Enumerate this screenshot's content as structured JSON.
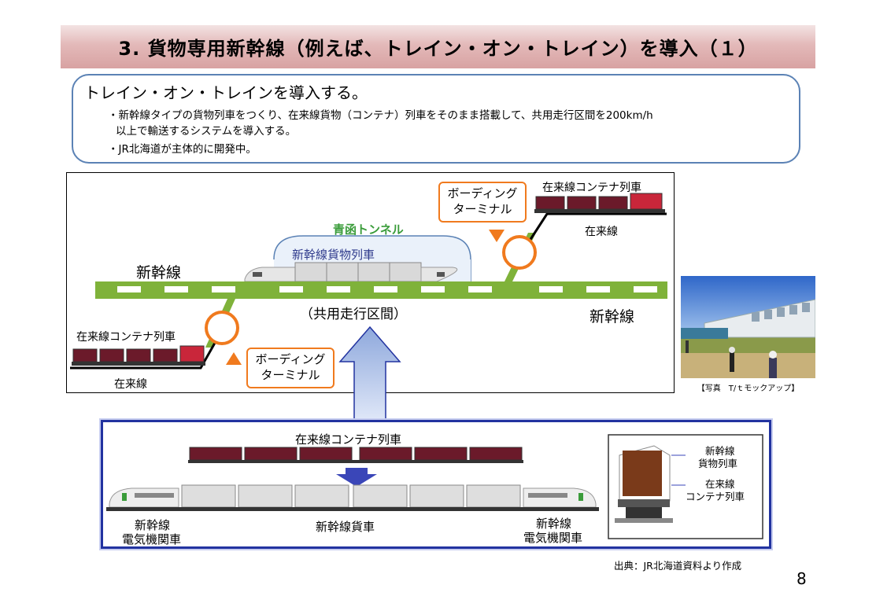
{
  "title": "3. 貨物専用新幹線（例えば、トレイン・オン・トレイン）を導入（１）",
  "summary": {
    "heading": "トレイン・オン・トレインを導入する。",
    "bullets": [
      "・新幹線タイプの貨物列車をつくり、在来線貨物（コンテナ）列車をそのまま搭載して、共用走行区間を200km/h",
      "以上で輸送するシステムを導入する。",
      "・JR北海道が主体的に開発中。"
    ]
  },
  "diagram": {
    "label_shinkansen_left": "新幹線",
    "label_shinkansen_right": "新幹線",
    "label_seikan_tunnel": "青函トンネル",
    "label_freight_train": "新幹線貨物列車",
    "label_shared_section": "（共用走行区間）",
    "label_container_left": "在来線コンテナ列車",
    "label_container_right": "在来線コンテナ列車",
    "label_conventional_left": "在来線",
    "label_conventional_right": "在来線",
    "boarding_terminal_line1": "ボーディング",
    "boarding_terminal_line2": "ターミナル"
  },
  "photo": {
    "caption": "【写真　T/ｔモックアップ】"
  },
  "lower": {
    "label_container_train": "在来線コンテナ列車",
    "label_freight_car": "新幹線貨車",
    "label_loco_left_1": "新幹線",
    "label_loco_left_2": "電気機関車",
    "label_loco_right_1": "新幹線",
    "label_loco_right_2": "電気機関車",
    "section_label_shinkansen_1": "新幹線",
    "section_label_shinkansen_2": "貨物列車",
    "section_label_conventional_1": "在来線",
    "section_label_conventional_2": "コンテナ列車"
  },
  "source": "出典：JR北海道資料より作成",
  "page_number": "8",
  "colors": {
    "track_green": "#7fb23a",
    "orange": "#f07a1e",
    "container_maroon": "#6b1a2a",
    "tunnel_blue": "#5b82b5",
    "frame_blue": "#2233a0"
  }
}
